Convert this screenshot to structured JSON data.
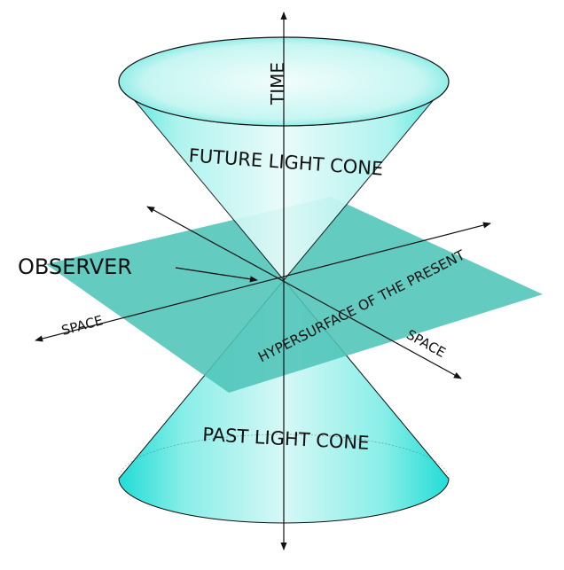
{
  "labels": {
    "time": "TIME",
    "future_cone": "FUTURE LIGHT CONE",
    "observer": "OBSERVER",
    "space_left": "SPACE",
    "space_right": "SPACE",
    "hypersurface": "HYPERSURFACE OF THE PRESENT",
    "past_cone": "PAST LIGHT CONE"
  },
  "colors": {
    "cone_fill": "#a9f0ec",
    "cone_rim": "#38dbd5",
    "plane_fill": "#4fc4b8",
    "line": "#111111"
  }
}
